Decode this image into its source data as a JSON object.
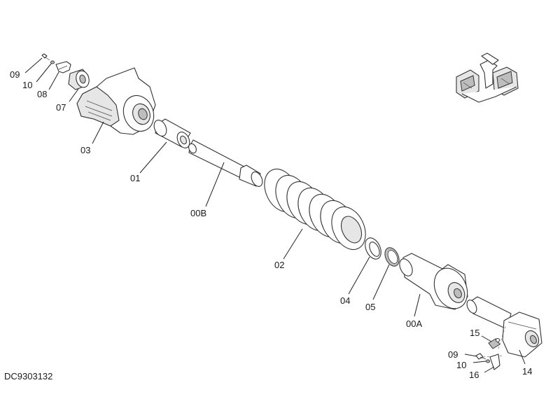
{
  "drawing_code": "DC9303132",
  "callouts": {
    "c09_top": "09",
    "c10_top": "10",
    "c08": "08",
    "c07": "07",
    "c03": "03",
    "c01": "01",
    "c00B": "00B",
    "c02": "02",
    "c04": "04",
    "c05": "05",
    "c00A": "00A",
    "c15": "15",
    "c09_bottom": "09",
    "c10_bottom": "10",
    "c16": "16",
    "c14": "14"
  },
  "icons": {
    "orientation_symbol": "excavator-undercarriage-orientation-icon"
  }
}
